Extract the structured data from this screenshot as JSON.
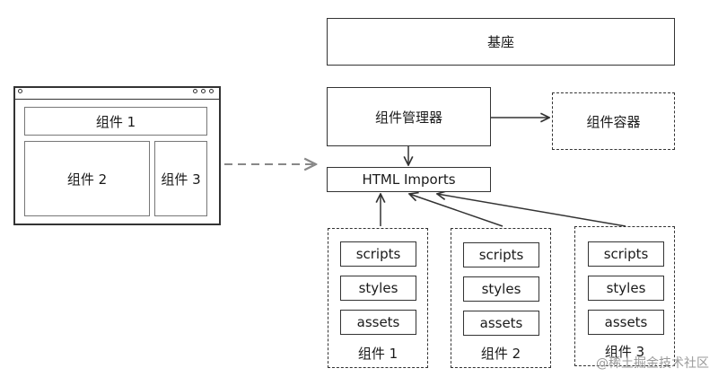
{
  "base": "基座",
  "component_manager": "组件管理器",
  "component_container": "组件容器",
  "html_imports": "HTML Imports",
  "window": {
    "component_1": "组件 1",
    "component_2": "组件 2",
    "component_3": "组件 3"
  },
  "packages": [
    {
      "items": [
        "scripts",
        "styles",
        "assets"
      ],
      "label": "组件 1"
    },
    {
      "items": [
        "scripts",
        "styles",
        "assets"
      ],
      "label": "组件 2"
    },
    {
      "items": [
        "scripts",
        "styles",
        "assets"
      ],
      "label": "组件 3"
    }
  ],
  "watermark": "@稀土掘金技术社区"
}
